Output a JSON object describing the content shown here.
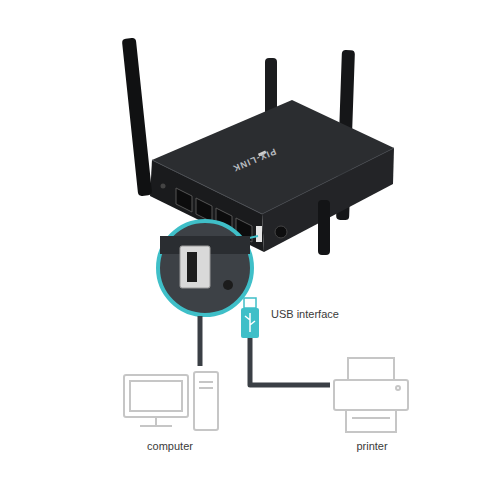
{
  "diagram": {
    "nodes": [
      {
        "text": [
          "PIX-LINK"
        ]
      },
      {
        "text": [
          "computer"
        ]
      },
      {
        "text": [
          "printer"
        ]
      }
    ],
    "edges": [
      {
        "from": 0,
        "to": 1,
        "arrow": "none"
      },
      {
        "from": 0,
        "to": 2,
        "arrow": "none",
        "label": "USB interface"
      }
    ]
  }
}
